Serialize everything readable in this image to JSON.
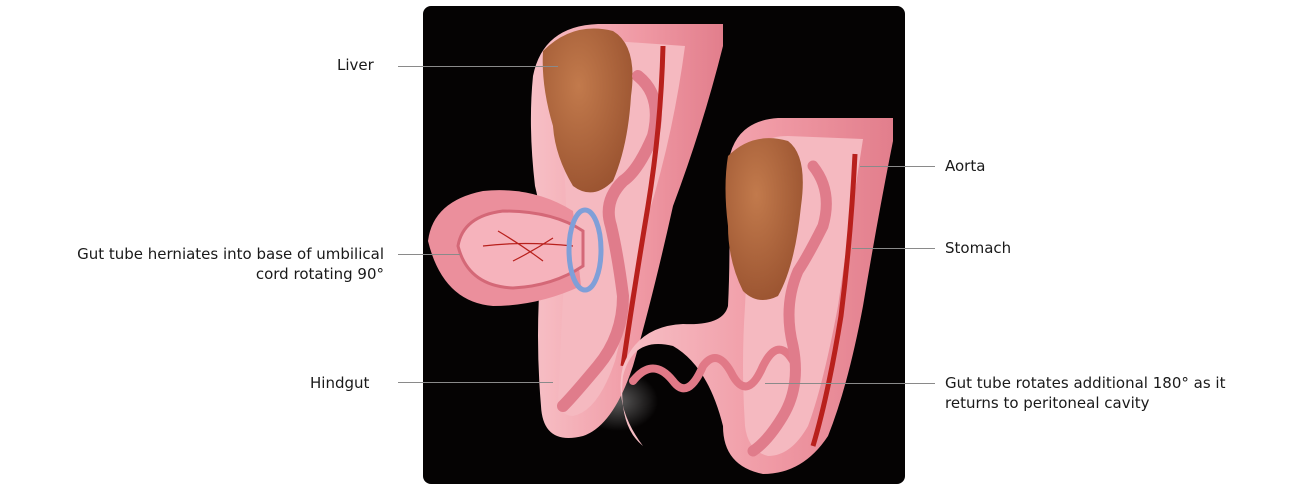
{
  "labels": {
    "liver": "Liver",
    "aorta": "Aorta",
    "stomach": "Stomach",
    "herniation_line1": "Gut tube herniates into base of umbilical",
    "herniation_line2": "cord rotating 90°",
    "hindgut": "Hindgut",
    "rotation_line1": "Gut tube rotates additional 180° as it",
    "rotation_line2": "returns to peritoneal cavity"
  },
  "colors": {
    "background_panel": "#050303",
    "tissue_pink": "#f2a3ad",
    "tissue_light": "#f7c3c8",
    "tissue_dark": "#d9707e",
    "liver_brown": "#b5673e",
    "artery_red": "#b8201c",
    "umbilical_ring": "#7f9fd8",
    "leader_gray": "#8a8a8a"
  }
}
